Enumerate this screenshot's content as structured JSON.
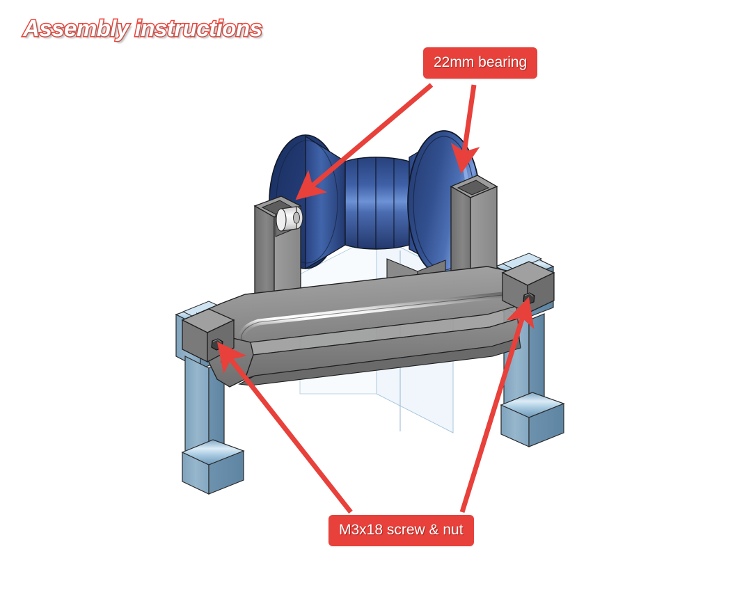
{
  "page": {
    "title": "Assembly instructions",
    "background_color": "#ffffff"
  },
  "callouts": [
    {
      "id": "bearing",
      "label": "22mm bearing",
      "background_color": "#e8403a",
      "text_color": "#ffffff"
    },
    {
      "id": "screw",
      "label": "M3x18 screw & nut",
      "background_color": "#e8403a",
      "text_color": "#ffffff"
    }
  ],
  "annotation": {
    "arrow_color": "#e8403a",
    "arrow_count": 4,
    "title_outline_color": "#ef4136",
    "title_fill_color": "#ffffff"
  },
  "model": {
    "name": "winch-spool-bracket-assembly",
    "parts": [
      {
        "name": "spool",
        "color": "#3a5a9e",
        "description": "blue flanged drum"
      },
      {
        "name": "bearing",
        "color": "#e8e8e8",
        "description": "22mm bearing"
      },
      {
        "name": "base-frame",
        "color": "#8b8b8b",
        "description": "gray base plate with uprights"
      },
      {
        "name": "left-leg",
        "color": "#8fb0c8",
        "description": "light blue mounting leg"
      },
      {
        "name": "right-leg",
        "color": "#8fb0c8",
        "description": "light blue mounting leg"
      },
      {
        "name": "hex-nut",
        "color": "#4a4a4a",
        "description": "M3 hex nut"
      },
      {
        "name": "datum-plane",
        "color": "#d8e6f2",
        "description": "translucent reference plane"
      }
    ]
  }
}
